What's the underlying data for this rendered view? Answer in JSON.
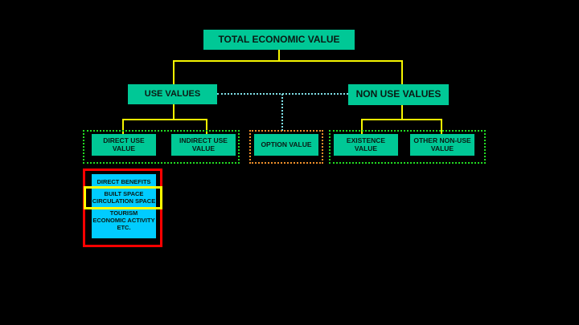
{
  "root": "TOTAL ECONOMIC VALUE",
  "use_values": "USE VALUES",
  "non_use_values": "NON USE VALUES",
  "direct_use": [
    "DIRECT USE",
    "VALUE"
  ],
  "indirect_use": [
    "INDIRECT USE",
    "VALUE"
  ],
  "option_value": "OPTION VALUE",
  "existence": [
    "EXISTENCE",
    "VALUE"
  ],
  "other_non_use": [
    "OTHER NON-USE",
    "VALUE"
  ],
  "benefits": {
    "title": "DIRECT BENEFITS",
    "lines": [
      "BUILT SPACE",
      "CIRCULATION SPACE",
      "TOURISM",
      "ECONOMIC ACTIVITY",
      "ETC."
    ]
  },
  "colors": {
    "box": "#00c896",
    "connector": "#f5f500",
    "benefits": "#00ccff",
    "highlight_red": "#ff0000",
    "highlight_yellow": "#ffff00"
  }
}
